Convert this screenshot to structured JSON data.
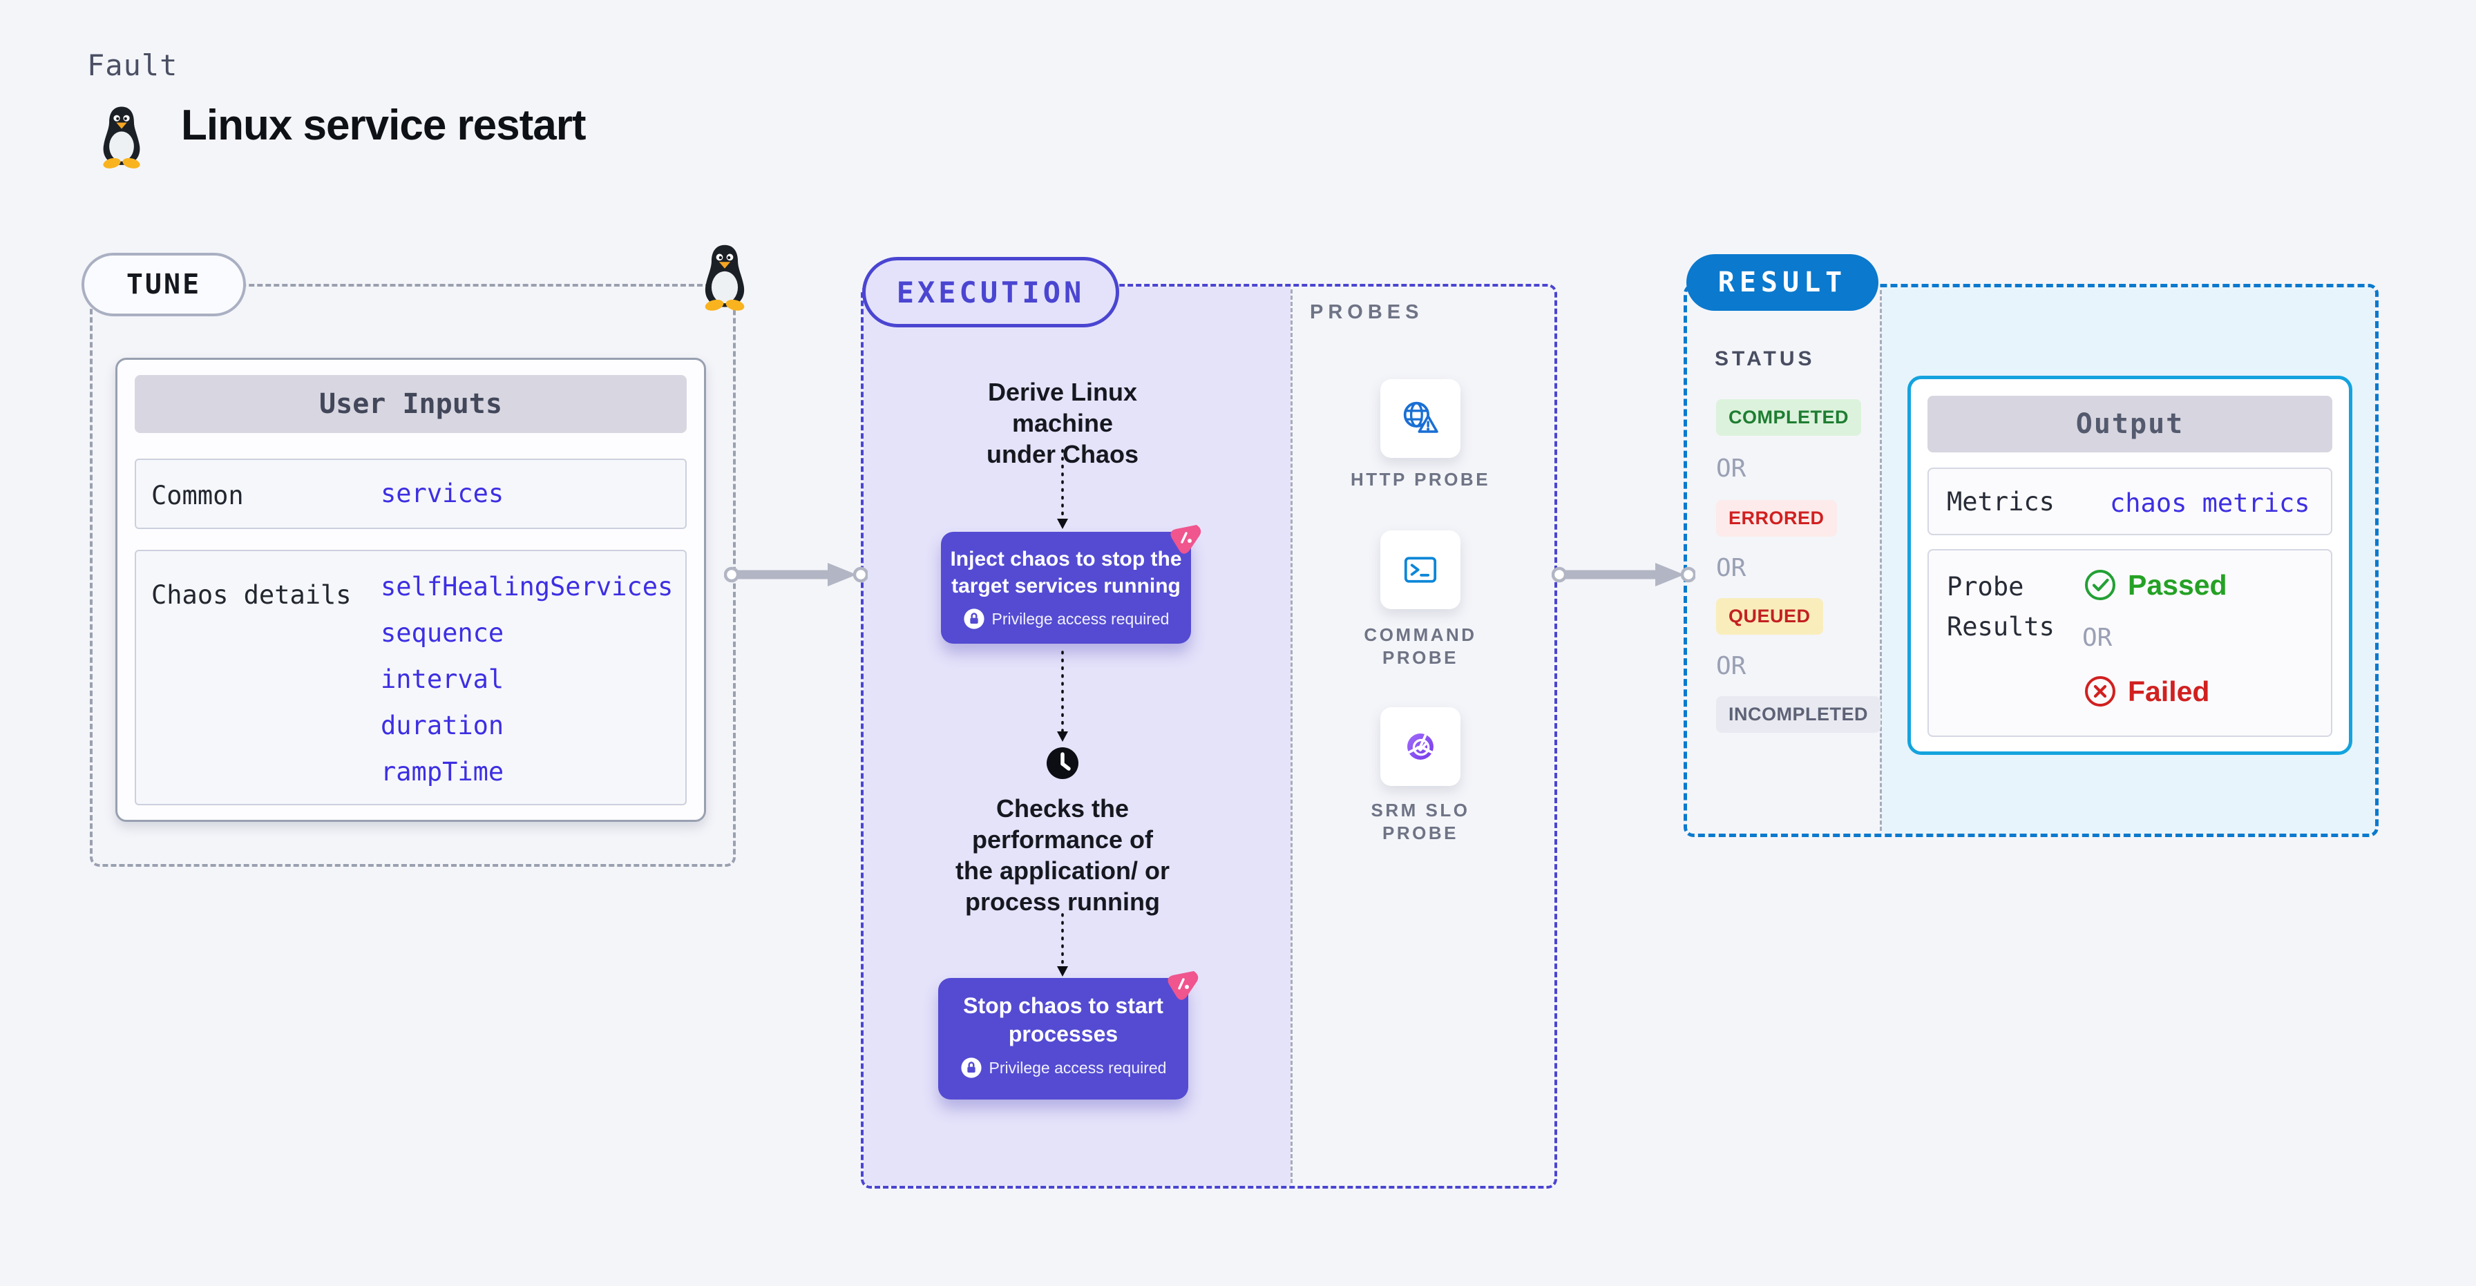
{
  "colors": {
    "page_bg": "#f4f5f9",
    "indigo": "#4a45d1",
    "lavender": "#e5e3fa",
    "result_blue": "#0b79cd",
    "cyan_fill": "#e7f4fb",
    "cyan_border": "#14a3de",
    "purple_card": "#544bd2",
    "pink_badge": "#f0558d",
    "link": "#3d2fe2",
    "green": "#23a035",
    "green_badge_bg": "#dcf2dc",
    "green_badge_text": "#1e7d32",
    "red": "#d12020",
    "red_badge_bg": "#fcebea",
    "yellow_badge_bg": "#f9edbc",
    "muted_badge_bg": "#e9eaf1",
    "muted_badge_text": "#5d6276",
    "gray_dash": "#9aa0af",
    "arrow": "#b2b5c3",
    "probe_blue": "#1a6fd4",
    "text_dark": "#15181f",
    "text_gray": "#6e7385"
  },
  "page": {
    "eyebrow": "Fault",
    "title": "Linux service restart"
  },
  "tune": {
    "label": "TUNE",
    "user_inputs": {
      "title": "User Inputs",
      "rows": [
        {
          "label": "Common",
          "links": [
            "services"
          ]
        },
        {
          "label": "Chaos details",
          "links": [
            "selfHealingServices",
            "sequence",
            "interval",
            "duration",
            "rampTime"
          ]
        }
      ]
    }
  },
  "execution": {
    "label": "EXECUTION",
    "derive_lines": [
      "Derive Linux machine",
      "under Chaos"
    ],
    "inject_card": {
      "title_lines": [
        "Inject chaos to stop the",
        "target services running"
      ],
      "note": "Privilege access required"
    },
    "checks_lines": [
      "Checks the",
      "performance of",
      "the application/ or",
      "process running"
    ],
    "stop_card": {
      "title_lines": [
        "Stop chaos to start",
        "processes"
      ],
      "note": "Privilege access required"
    }
  },
  "probes": {
    "label": "PROBES",
    "items": [
      {
        "label_lines": [
          "HTTP PROBE",
          ""
        ]
      },
      {
        "label_lines": [
          "COMMAND",
          "PROBE"
        ]
      },
      {
        "label_lines": [
          "SRM SLO",
          "PROBE"
        ]
      }
    ]
  },
  "result": {
    "label": "RESULT",
    "status": {
      "title": "STATUS",
      "or": "OR",
      "completed": "COMPLETED",
      "errored": "ERRORED",
      "queued": "QUEUED",
      "incompleted": "INCOMPLETED"
    },
    "output": {
      "title": "Output",
      "metrics_label": "Metrics",
      "metrics_value": "chaos metrics",
      "probe_results_lines": [
        "Probe",
        "Results"
      ],
      "passed": "Passed",
      "or": "OR",
      "failed": "Failed"
    }
  }
}
